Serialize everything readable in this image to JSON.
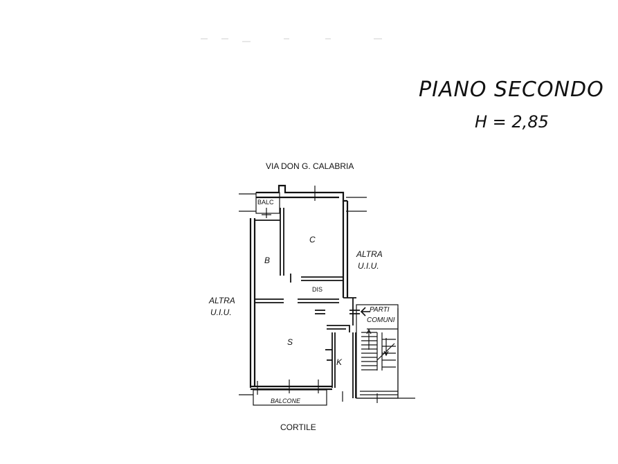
{
  "header": {
    "floor_title": "PIANO SECONDO",
    "height_label": "H = 2,85"
  },
  "plan": {
    "street_label": "VIA DON G. CALABRIA",
    "courtyard_label": "CORTILE",
    "neighbor_right": [
      "ALTRA",
      "U.I.U."
    ],
    "neighbor_left": [
      "ALTRA",
      "U.I.U."
    ],
    "common_parts": [
      "PARTI",
      "COMUNI"
    ],
    "rooms": {
      "balc_top": "BALC",
      "c": "C",
      "b": "B",
      "dis": "DIS",
      "s": "S",
      "k": "K",
      "balcone": "BALCONE"
    }
  }
}
